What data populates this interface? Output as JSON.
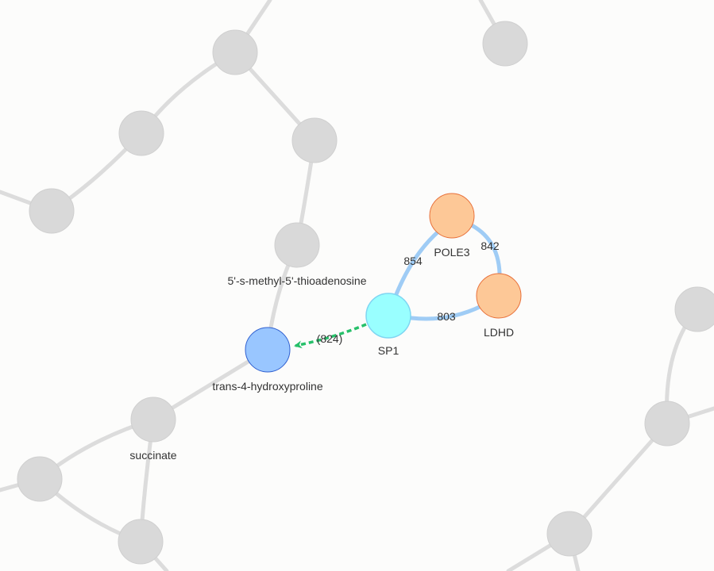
{
  "colors": {
    "background": "#fcfcfb",
    "bg_edge": "#dcdcdc",
    "bg_node": "#d9d9d9",
    "protein_fill": "#fdc897",
    "protein_stroke": "#e8703a",
    "tf_fill": "#99ffff",
    "tf_stroke": "#7fd6f2",
    "metabolite_fill": "#99c6ff",
    "metabolite_stroke": "#3060d0",
    "edge_blue": "#9fccf5",
    "edge_green": "#27c06a",
    "label": "#333333"
  },
  "nodes": [
    {
      "id": "POLE3",
      "label": "POLE3",
      "type": "protein"
    },
    {
      "id": "LDHD",
      "label": "LDHD",
      "type": "protein"
    },
    {
      "id": "SP1",
      "label": "SP1",
      "type": "transcription-factor"
    },
    {
      "id": "hyp",
      "label": "trans-4-hydroxyproline",
      "type": "metabolite"
    }
  ],
  "edges": [
    {
      "from": "SP1",
      "to": "POLE3",
      "label": "854",
      "style": "solid"
    },
    {
      "from": "POLE3",
      "to": "LDHD",
      "label": "842",
      "style": "solid"
    },
    {
      "from": "SP1",
      "to": "LDHD",
      "label": "803",
      "style": "solid"
    },
    {
      "from": "SP1",
      "to": "hyp",
      "label": "(824)",
      "style": "dashed-arrow"
    }
  ],
  "background_labels": {
    "mta": "5'-s-methyl-5'-thioadenosine",
    "succinate": "succinate"
  }
}
